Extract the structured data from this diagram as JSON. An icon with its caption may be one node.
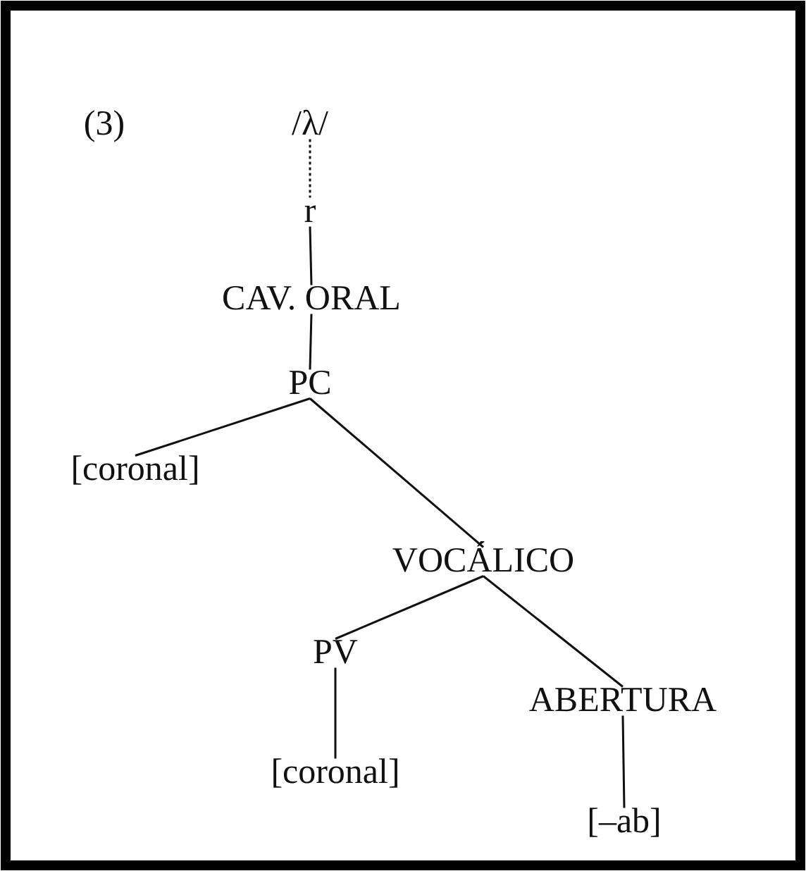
{
  "diagram": {
    "nodes": [
      {
        "text": [
          "/λ/"
        ]
      },
      {
        "text": [
          "r"
        ]
      },
      {
        "text": [
          "CAV. ORAL"
        ]
      },
      {
        "text": [
          "PC"
        ]
      },
      {
        "text": [
          "[coronal]"
        ]
      },
      {
        "text": [
          "VOCÁLICO"
        ]
      },
      {
        "text": [
          "PV"
        ]
      },
      {
        "text": [
          "ABERTURA"
        ]
      },
      {
        "text": [
          "[coronal]"
        ]
      },
      {
        "text": [
          "[–ab]"
        ]
      }
    ],
    "edges": [
      {
        "from": 0,
        "to": 1,
        "arrow": "none",
        "style": "dashed"
      },
      {
        "from": 1,
        "to": 2,
        "arrow": "none"
      },
      {
        "from": 2,
        "to": 3,
        "arrow": "none"
      },
      {
        "from": 3,
        "to": 4,
        "arrow": "none"
      },
      {
        "from": 3,
        "to": 5,
        "arrow": "none"
      },
      {
        "from": 5,
        "to": 6,
        "arrow": "none"
      },
      {
        "from": 5,
        "to": 7,
        "arrow": "none"
      },
      {
        "from": 6,
        "to": 8,
        "arrow": "none"
      },
      {
        "from": 7,
        "to": 9,
        "arrow": "none"
      }
    ],
    "labels": [
      "(3)"
    ]
  }
}
